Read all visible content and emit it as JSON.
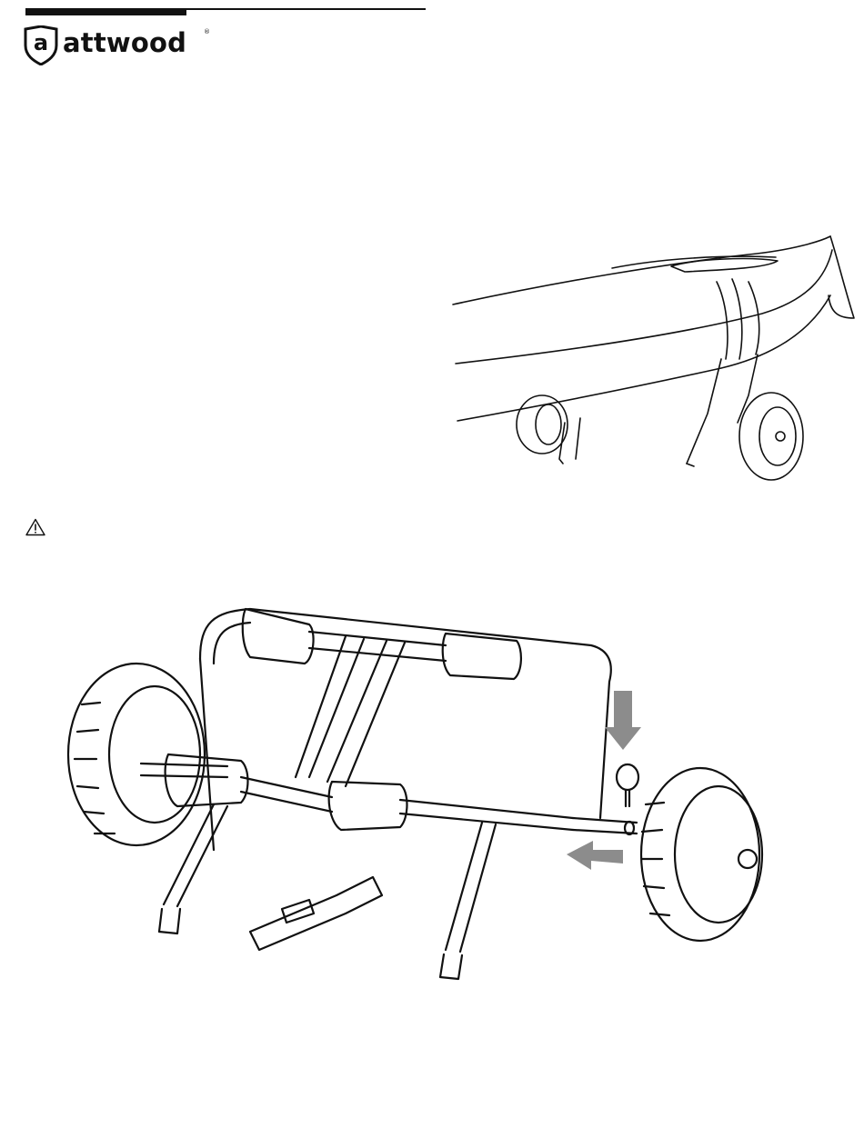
{
  "brand": {
    "shield_letter": "a",
    "name": "attwood",
    "registered_mark": "®"
  },
  "icons": {
    "warning": "warning-triangle-icon",
    "install_arrow_down": "arrow-down-icon",
    "install_arrow_left": "arrow-left-icon"
  },
  "figures": {
    "figure_1": "kayak-on-cart-illustration",
    "figure_2": "cart-assembly-illustration"
  },
  "colors": {
    "ink": "#111111",
    "arrow_gray": "#8c8c8c"
  }
}
